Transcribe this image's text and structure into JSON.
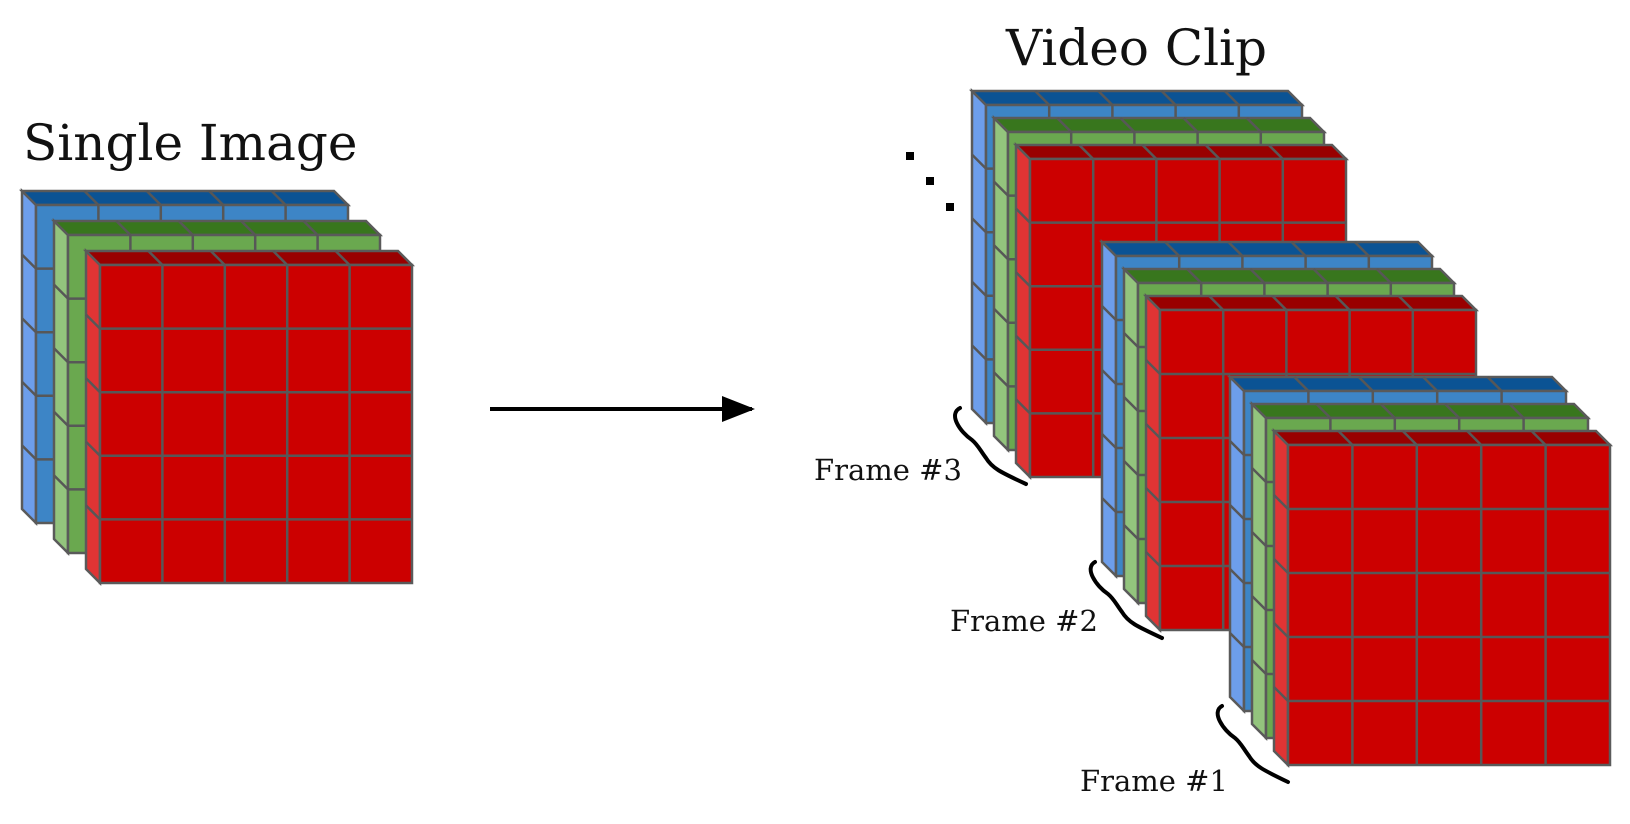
{
  "diagram": {
    "single_image_title": "Single Image",
    "video_clip_title": "Video Clip",
    "frame_labels": [
      "Frame #3",
      "Frame #2",
      "Frame #1"
    ],
    "grid_rows": 5,
    "grid_cols": 5,
    "channel_colors": {
      "red": {
        "front": "#cc0000",
        "side": "#e03434",
        "top": "#990000"
      },
      "green": {
        "front": "#6aa84f",
        "side": "#93c47d",
        "top": "#38761d"
      },
      "blue": {
        "front": "#3d85c6",
        "side": "#6d9eeb",
        "top": "#0b5394"
      }
    }
  }
}
